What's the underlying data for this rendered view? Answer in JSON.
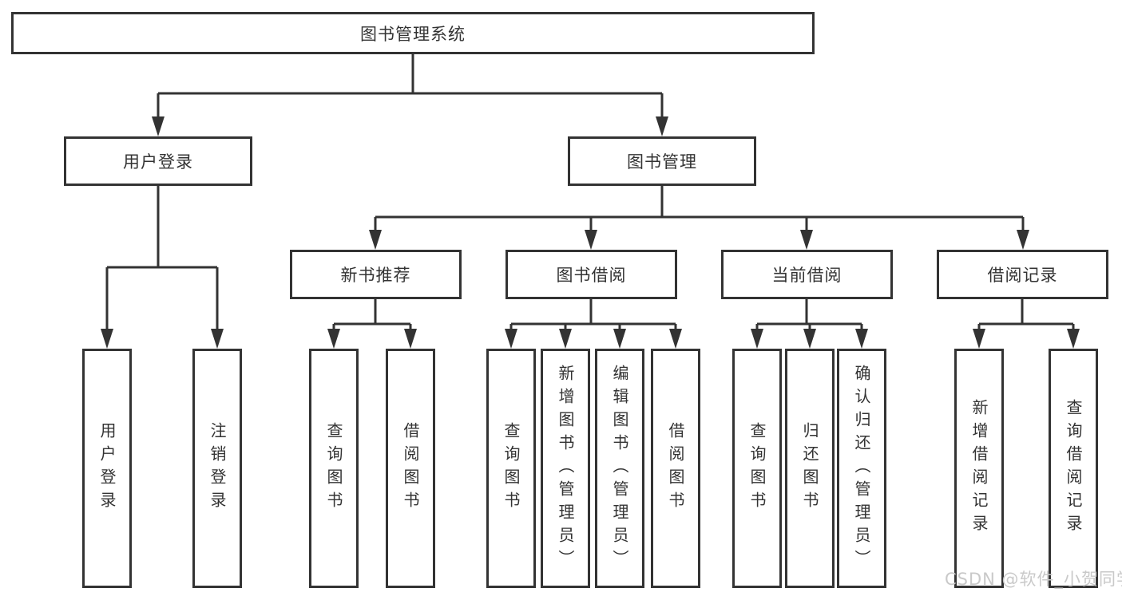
{
  "diagram": {
    "root": {
      "label": "图书管理系统"
    },
    "branches": {
      "user_login": {
        "label": "用户登录",
        "children": [
          "用户登录",
          "注销登录"
        ]
      },
      "book_mgmt": {
        "label": "图书管理"
      }
    },
    "modules": [
      {
        "label": "新书推荐",
        "children": [
          "查询图书",
          "借阅图书"
        ]
      },
      {
        "label": "图书借阅",
        "children": [
          "查询图书",
          "新增图书（管理员）",
          "编辑图书（管理员）",
          "借阅图书"
        ]
      },
      {
        "label": "当前借阅",
        "children": [
          "查询图书",
          "归还图书",
          "确认归还（管理员）"
        ]
      },
      {
        "label": "借阅记录",
        "children": [
          "新增借阅记录",
          "查询借阅记录"
        ]
      }
    ],
    "watermark": "CSDN @软件_小贺同学",
    "colors": {
      "line": "#333333",
      "text": "#333333",
      "box_background": "#ffffff",
      "watermark": "#c9c9c9",
      "page_background": "#ffffff"
    }
  }
}
